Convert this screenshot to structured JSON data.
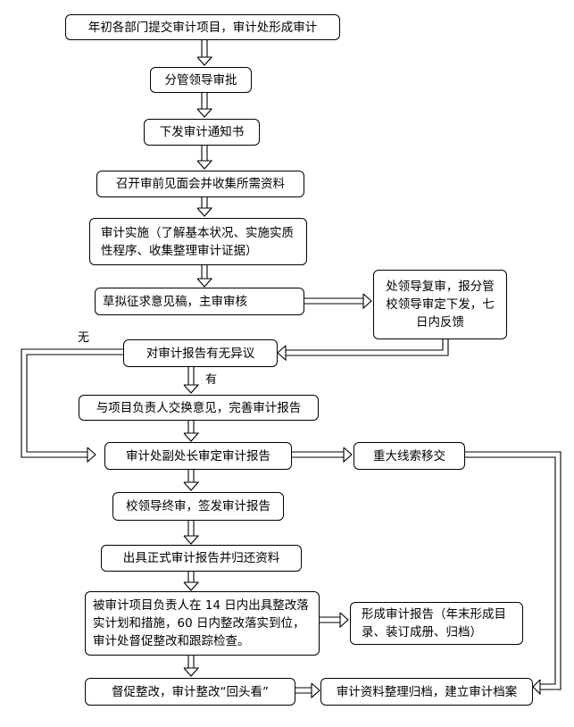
{
  "nodes": {
    "n1": "年初各部门提交审计项目，审计处形成审计",
    "n2": "分管领导审批",
    "n3": "下发审计通知书",
    "n4": "召开审前见面会并收集所需资料",
    "n5": "审计实施（了解基本状况、实施实质性程序、收集整理审计证据）",
    "n6": "草拟征求意见稿，主审审核",
    "n6b": "处领导复审，报分管校领导审定下发，七日内反馈",
    "n7": "对审计报告有无异议",
    "n8": "与项目负责人交换意见，完善审计报告",
    "n9": "审计处副处长审定审计报告",
    "n9b": "重大线索移交",
    "n10": "校领导终审，签发审计报告",
    "n11": "出具正式审计报告并归还资料",
    "n12": "被审计项目负责人在 14 日内出具整改落实计划和措施，60 日内整改落实到位，审计处督促整改和跟踪检查。",
    "n12b": "形成审计报告（年末形成目录、装订成册、归档）",
    "n13": "督促整改，审计整改“回头看”",
    "n13b": "审计资料整理归档，建立审计档案"
  },
  "labels": {
    "no": "无",
    "yes": "有"
  }
}
